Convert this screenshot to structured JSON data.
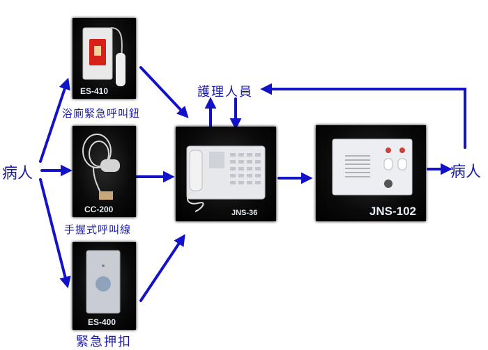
{
  "nodes": {
    "patient_in": "病人",
    "patient_out": "病人",
    "nurse": "護理人員",
    "es410": {
      "model": "ES-410",
      "caption": "浴廁緊急呼叫鈕"
    },
    "cc200": {
      "model": "CC-200",
      "caption": "手握式呼叫線"
    },
    "es400": {
      "model": "ES-400",
      "caption": "緊急押扣"
    },
    "jns36": {
      "model": "JNS-36"
    },
    "jns102": {
      "model": "JNS-102"
    }
  },
  "colors": {
    "arrow": "#1212c8",
    "label": "#1a1aa8"
  }
}
